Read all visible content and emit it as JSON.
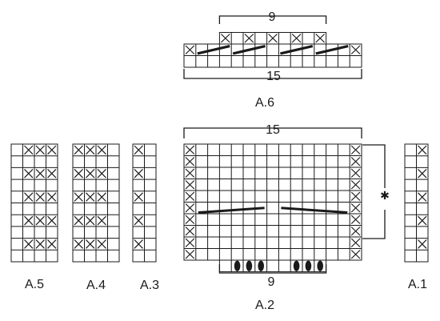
{
  "charts": {
    "a6": {
      "label": "A.6",
      "top_count": "9",
      "bottom_count": "15"
    },
    "a2": {
      "label": "A.2",
      "top_count": "15",
      "bottom_count": "9",
      "repeat_symbol": "✱"
    },
    "a5": {
      "label": "A.5"
    },
    "a4": {
      "label": "A.4"
    },
    "a3": {
      "label": "A.3"
    },
    "a1": {
      "label": "A.1"
    }
  },
  "colors": {
    "line": "#1a1a1a",
    "background": "#ffffff"
  },
  "legend_icons": [
    "cross-stitch-symbol",
    "diagonal-decrease-symbol",
    "oval-bobble-symbol",
    "repeat-star-symbol"
  ]
}
